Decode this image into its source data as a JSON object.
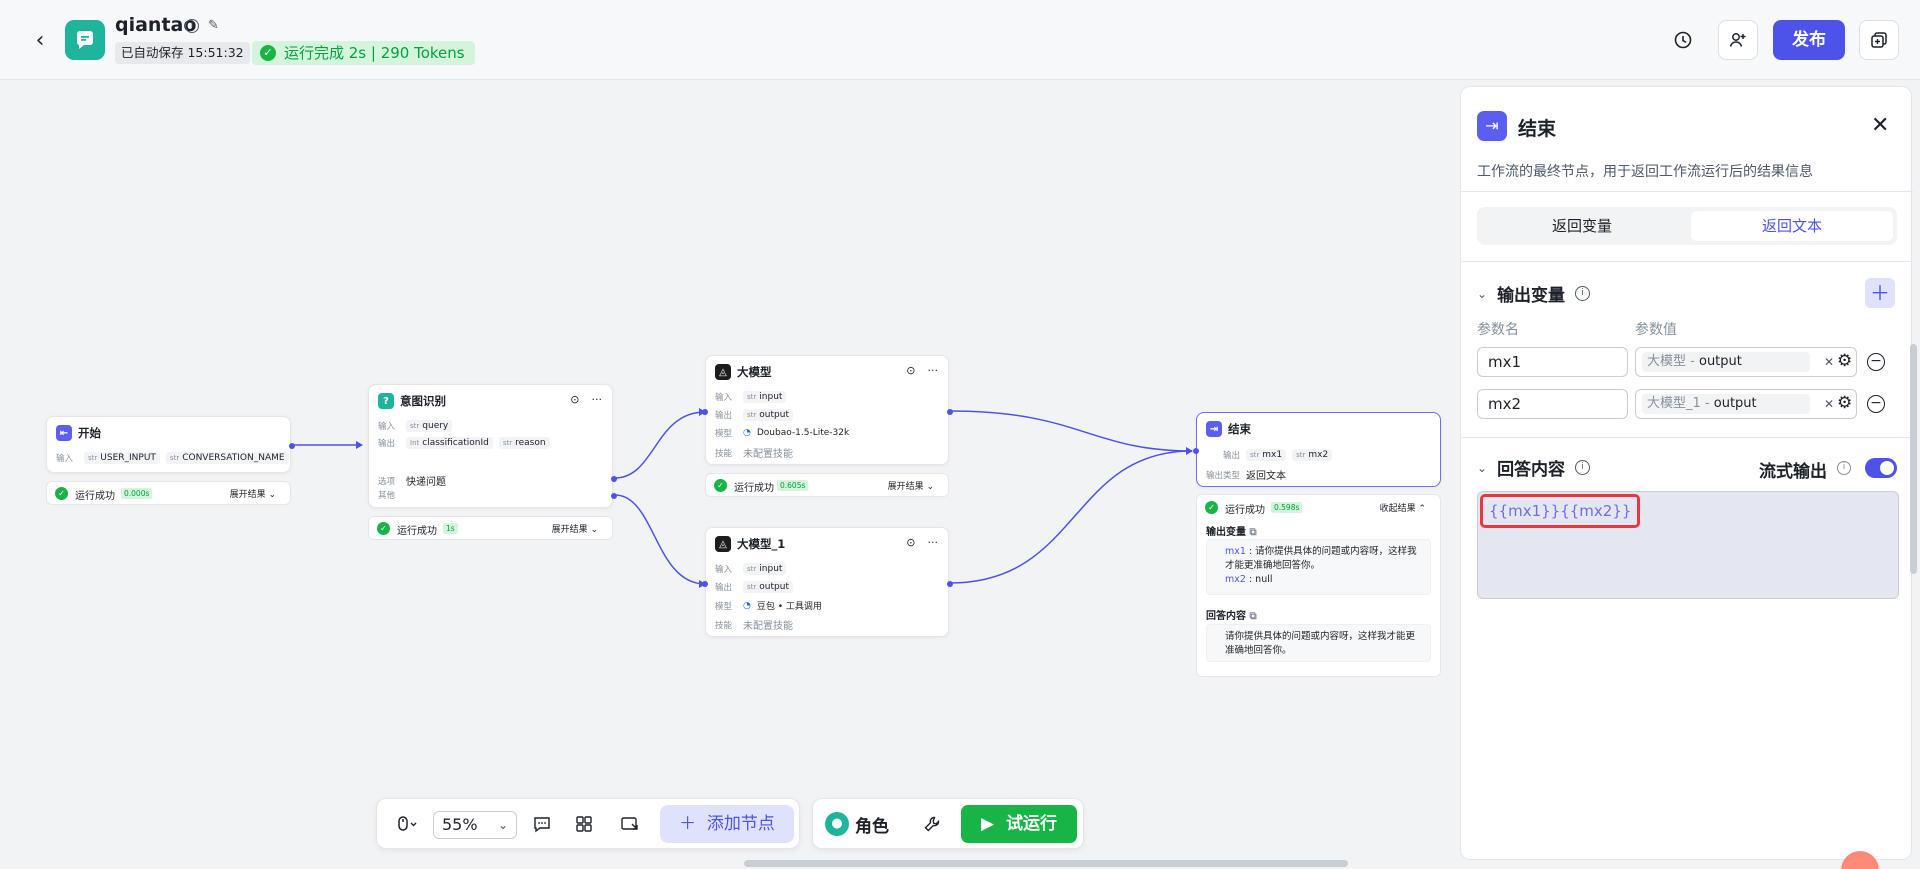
{
  "header": {
    "app_name": "qiantao",
    "autosave": "已自动保存 15:51:32",
    "run_status": "运行完成 2s | 290 Tokens",
    "publish_label": "发布"
  },
  "nodes": {
    "start": {
      "title": "开始",
      "input_label": "输入",
      "vars": [
        "USER_INPUT",
        "CONVERSATION_NAME"
      ],
      "status": "运行成功",
      "duration": "0.000s",
      "expand": "展开结果"
    },
    "intent": {
      "title": "意图识别",
      "input_label": "输入",
      "input_var": "query",
      "output_label": "输出",
      "output_vars": [
        "classificationId",
        "reason"
      ],
      "option_label": "选项",
      "option_value": "快递问题",
      "other_label": "其他",
      "status": "运行成功",
      "duration": "1s",
      "expand": "展开结果"
    },
    "llm1": {
      "title": "大模型",
      "input_label": "输入",
      "input_var": "input",
      "output_label": "输出",
      "output_var": "output",
      "model_label": "模型",
      "model": "Doubao-1.5-Lite-32k",
      "skill_label": "技能",
      "skill": "未配置技能",
      "status": "运行成功",
      "duration": "0.605s",
      "expand": "展开结果"
    },
    "llm2": {
      "title": "大模型_1",
      "input_label": "输入",
      "input_var": "input",
      "output_label": "输出",
      "output_var": "output",
      "model_label": "模型",
      "model": "豆包 • 工具调用",
      "skill_label": "技能",
      "skill": "未配置技能"
    },
    "end": {
      "title": "结束",
      "output_label": "输出",
      "output_vars": [
        "mx1",
        "mx2"
      ],
      "type_label": "输出类型",
      "type_value": "返回文本",
      "status": "运行成功",
      "duration": "0.598s",
      "collapse": "收起结果",
      "vars_title": "输出变量",
      "mx1_key": "mx1",
      "mx1_val": "请你提供具体的问题或内容呀，这样我才能更准确地回答你。",
      "mx2_key": "mx2",
      "mx2_val": "null",
      "answer_title": "回答内容",
      "answer_val": "请你提供具体的问题或内容呀，这样我才能更准确地回答你。"
    }
  },
  "toolbar": {
    "zoom": "55%",
    "add_node": "添加节点",
    "role": "角色",
    "try_run": "试运行"
  },
  "panel": {
    "title": "结束",
    "description": "工作流的最终节点，用于返回工作流运行后的结果信息",
    "tabs": [
      {
        "label": "返回变量",
        "active": false
      },
      {
        "label": "返回文本",
        "active": true
      }
    ],
    "output_section": "输出变量",
    "col_name": "参数名",
    "col_value": "参数值",
    "params": [
      {
        "name": "mx1",
        "source": "大模型",
        "field": "output"
      },
      {
        "name": "mx2",
        "source": "大模型_1",
        "field": "output"
      }
    ],
    "answer_section": "回答内容",
    "stream_label": "流式输出",
    "stream_enabled": true,
    "template": "{{mx1}}{{mx2}}"
  },
  "colors": {
    "accent": "#4d53e8",
    "success": "#18b546",
    "highlight": "#e8383d"
  }
}
